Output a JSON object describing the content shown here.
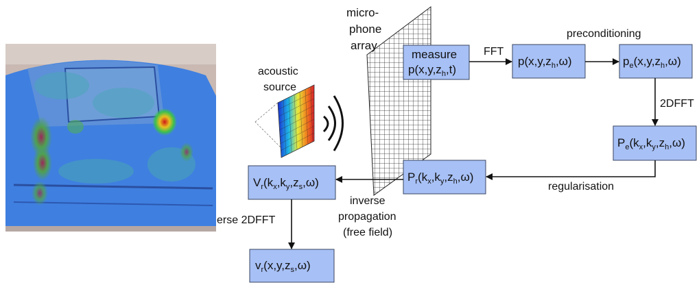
{
  "colors": {
    "box_fill": "#a7c0f5",
    "box_stroke": "#3a4660",
    "car_blue": "#3f7fe0"
  },
  "diagram": {
    "array_label": [
      "micro-",
      "phone",
      "array"
    ],
    "source_label": [
      "acoustic",
      "source"
    ],
    "measure_label": "measure",
    "edges": {
      "fft": "FFT",
      "preconditioning": "preconditioning",
      "twodfft": "2DFFT",
      "regularisation": "regularisation",
      "inverse_propagation": [
        "inverse",
        "propagation",
        "(free field)"
      ],
      "inverse_2dfft": "erse 2DFFT"
    },
    "nodes": {
      "measure": {
        "base": "p(x,y,z",
        "sub": "h",
        "tail": ",t)"
      },
      "p_xyz": {
        "base": "p(x,y,z",
        "sub": "h",
        "tail": ",ω)"
      },
      "pe_xyz": {
        "pre": "p",
        "presub": "e",
        "base": "(x,y,z",
        "sub": "h",
        "tail": ",ω)"
      },
      "Pe_k": {
        "pre": "P",
        "presub": "e",
        "base": "(k",
        "s1": "x",
        "mid": ",k",
        "s2": "y",
        "mid2": ",z",
        "s3": "h",
        "tail": ",ω)"
      },
      "Pr_k": {
        "pre": "P",
        "presub": "r",
        "base": "(k",
        "s1": "x",
        "mid": ",k",
        "s2": "y",
        "mid2": ",z",
        "s3": "h",
        "tail": ",ω)"
      },
      "Vr_k": {
        "pre": "V",
        "presub": "r",
        "base": "(k",
        "s1": "x",
        "mid": ",k",
        "s2": "y",
        "mid2": ",z",
        "s3": "s",
        "tail": ",ω)"
      },
      "vr_xyz": {
        "pre": "v",
        "presub": "r",
        "base": "(x,y,z",
        "sub": "s",
        "tail": ",ω)"
      }
    }
  }
}
